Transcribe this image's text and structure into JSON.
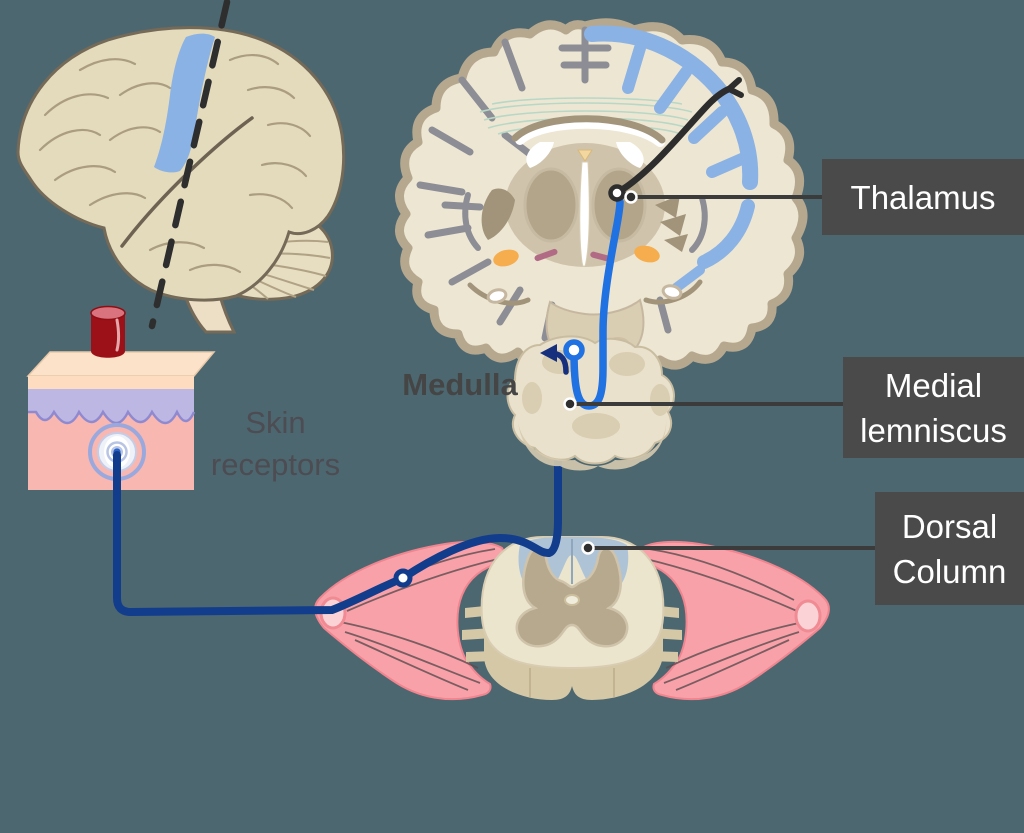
{
  "labels": {
    "thalamus": "Thalamus",
    "medial_line1": "Medial",
    "medial_line2": "lemniscus",
    "dorsal_line1": "Dorsal",
    "dorsal_line2": "Column",
    "medulla": "Medulla",
    "skin_line1": "Skin",
    "skin_line2": "receptors"
  },
  "style": {
    "background": "#4C6770",
    "label_box_bg": "#4A4A4A",
    "label_text": "#FFFFFF",
    "leader_line": "#3B3B3B",
    "annotation_text": "#474747",
    "first_order_neuron_blue": "#123D8C",
    "second_order_neuron_blue": "#2071E1",
    "third_order_neuron_black": "#2D2D2D",
    "cortex_highlight_blue": "#8AB2E4",
    "brain_beige": "#E4DABC",
    "coronal_cream": "#EDE6D2",
    "nerve_pink": "#F9A1A9",
    "skin_pink": "#F8B7B0",
    "epidermis_lavender": "#BDB7E4",
    "stimulus_red": "#9C1117",
    "dorsal_column_region_blue": "#AEC4D6"
  },
  "figure": {
    "parts": [
      "lateral-brain",
      "coronal-brain-section",
      "medulla-section",
      "spinal-cord-section",
      "skin-block",
      "first-order-neuron",
      "second-order-neuron",
      "third-order-neuron"
    ]
  }
}
